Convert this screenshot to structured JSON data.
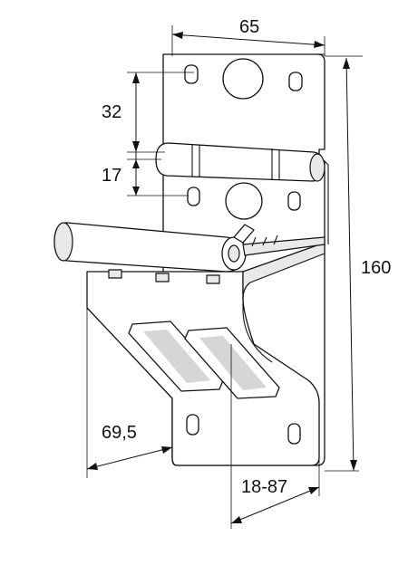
{
  "dimensions": {
    "width_top": "65",
    "hole_spacing": "32",
    "hinge_offset": "17",
    "height_total": "160",
    "depth_bottom": "69,5",
    "adjust_range": "18-87"
  }
}
